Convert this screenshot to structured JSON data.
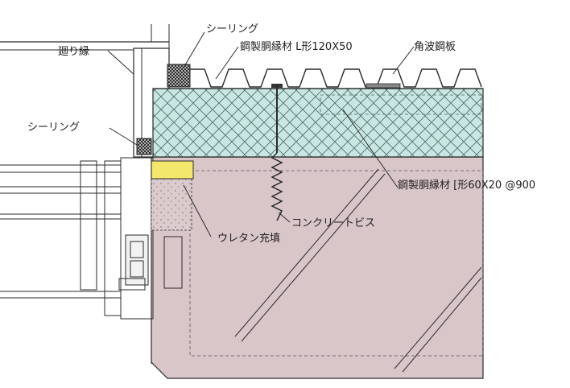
{
  "labels": {
    "mawari_buchi": "廻り縁",
    "sealing_top": "シーリング",
    "sealing_side": "シーリング",
    "steel_l": "鋼製胴縁材 L形120X50",
    "kakunami": "角波鋼板",
    "steel_c": "鋼製胴縁材 [形60X20 @900",
    "screw": "コンクリートビス",
    "urethane": "ウレタン充填"
  },
  "colors": {
    "concrete": "#d9c6c9",
    "insulation": "#c8e6e2",
    "urethane": "#f3e86b",
    "line": "#2a2a2a",
    "sealant": "#3a3a3a"
  }
}
